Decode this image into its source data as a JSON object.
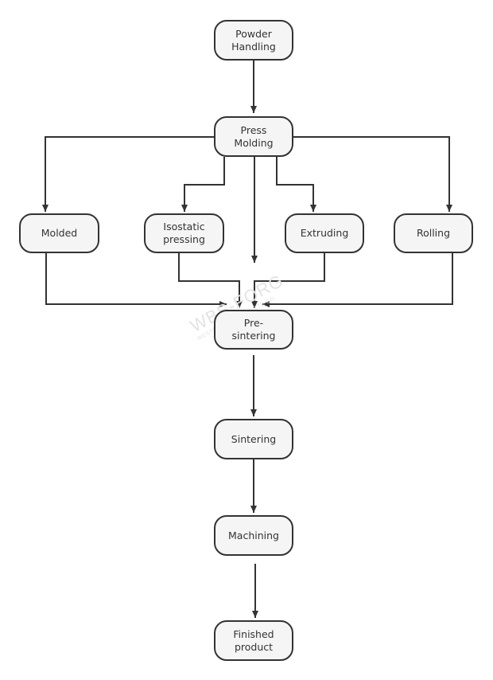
{
  "nodes": {
    "powder_handling": [
      "Powder",
      "Handling"
    ],
    "press_molding": [
      "Press",
      "Molding"
    ],
    "molded": [
      "Molded"
    ],
    "isostatic_pressing": [
      "Isostatic",
      "pressing"
    ],
    "extruding": [
      "Extruding"
    ],
    "rolling": [
      "Rolling"
    ],
    "pre_sintering": [
      "Pre-",
      "sintering"
    ],
    "sintering": [
      "Sintering"
    ],
    "machining": [
      "Machining"
    ],
    "finished_product": [
      "Finished",
      "product"
    ]
  },
  "watermark": {
    "main": "WBS-FORG",
    "sub": "WESTERN BAOSHEN LTD CO."
  },
  "colors": {
    "node_fill": "#f5f5f5",
    "stroke": "#333333",
    "text": "#333333"
  }
}
